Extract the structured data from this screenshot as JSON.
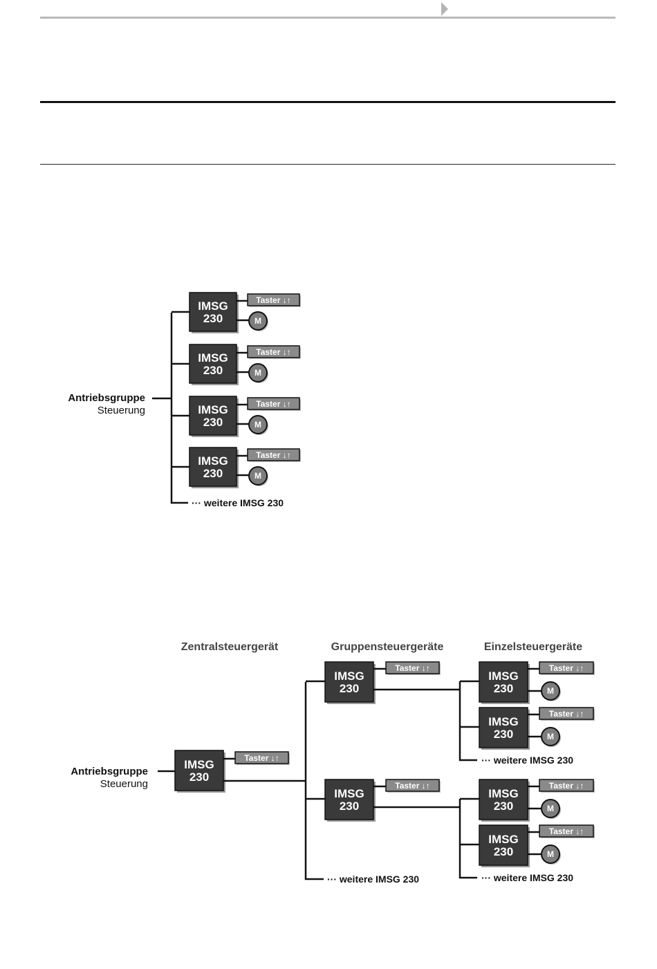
{
  "device": {
    "name": "IMSG",
    "number": "230"
  },
  "taster": {
    "label": "Taster ↓↑"
  },
  "motor": {
    "label": "M"
  },
  "more": {
    "label": "··· weitere IMSG 230"
  },
  "source": {
    "line1": "Antriebsgruppe",
    "line2": "Steuerung"
  },
  "diagram2": {
    "headers": {
      "central": "Zentralsteuergerät",
      "group": "Gruppensteuergeräte",
      "single": "Einzelsteuergeräte"
    }
  },
  "colors": {
    "device_fill": "#3a3a3a",
    "taster_fill": "#8a8a8a",
    "motor_fill": "#7d7d7d",
    "line": "#111111"
  }
}
